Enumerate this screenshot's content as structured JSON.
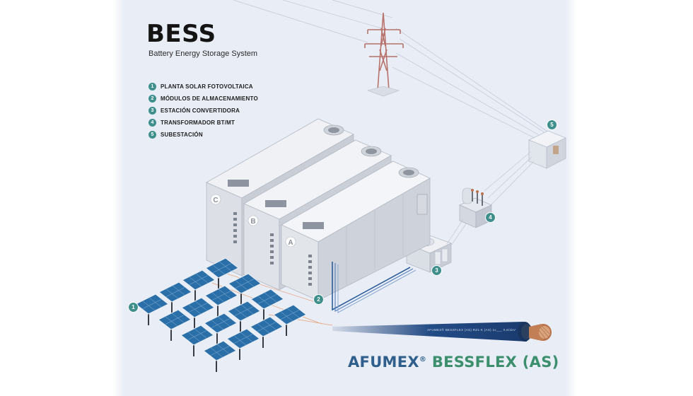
{
  "header": {
    "title": "BESS",
    "subtitle": "Battery Energy Storage System"
  },
  "legend": {
    "items": [
      {
        "num": "1",
        "label": "PLANTA SOLAR FOTOVOLTAICA"
      },
      {
        "num": "2",
        "label": "MÓDULOS DE ALMACENAMIENTO"
      },
      {
        "num": "3",
        "label": "ESTACIÓN CONVERTIDORA"
      },
      {
        "num": "4",
        "label": "TRANSFORMADOR BT/MT"
      },
      {
        "num": "5",
        "label": "SUBESTACIÓN"
      }
    ]
  },
  "modules": {
    "a": "A",
    "b": "B",
    "c": "C"
  },
  "markers": {
    "m1": "1",
    "m2": "2",
    "m3": "3",
    "m4": "4",
    "m5": "5"
  },
  "product": {
    "name_part1": "AFUMEX",
    "registered": "®",
    "name_part2": "BESSFLEX (AS)",
    "cable_print": "AFUMEX® BESSFLEX (AS)  RZ1-K (AS)  1x___  0,6/1kV"
  },
  "colors": {
    "marker": "#3f8f8c",
    "panel": "#2a6fa8",
    "cable": "#234c86",
    "copper": "#b8714a",
    "brand_blue": "#2f5f8c",
    "brand_green": "#3c8f6c"
  }
}
